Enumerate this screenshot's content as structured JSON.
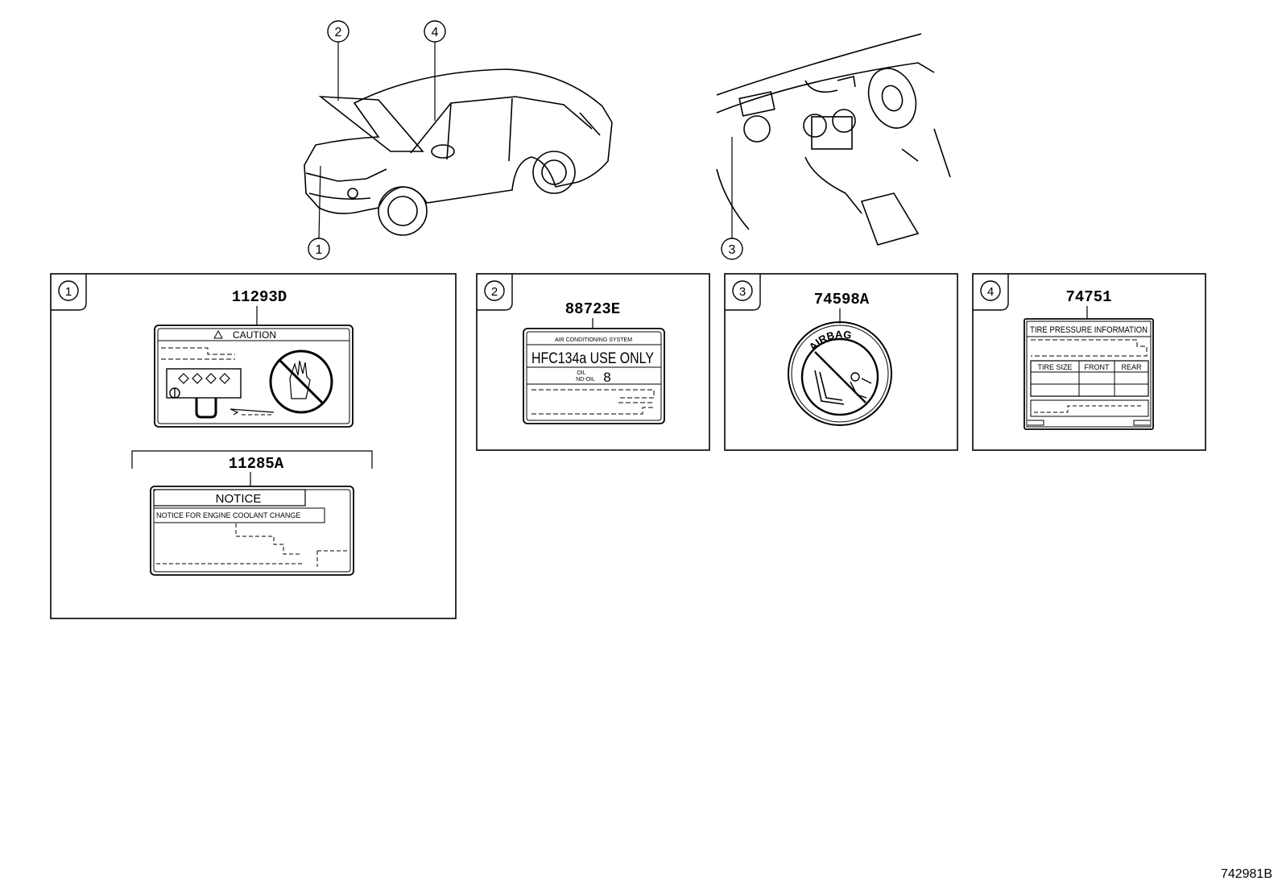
{
  "callouts": {
    "c1": "1",
    "c2": "2",
    "c3": "3",
    "c4": "4"
  },
  "panels": {
    "p1": {
      "badge": "1",
      "part_a": "11293D",
      "caution_title": "CAUTION",
      "part_b": "11285A",
      "notice_title": "NOTICE",
      "notice_sub": "NOTICE FOR ENGINE COOLANT CHANGE"
    },
    "p2": {
      "badge": "2",
      "part": "88723E",
      "header": "AIR CONDITIONING SYSTEM",
      "main": "HFC134a USE ONLY",
      "oil_label": "OIL",
      "oil_sub": "ND-OIL",
      "oil_no": "8"
    },
    "p3": {
      "badge": "3",
      "part": "74598A",
      "ring_text": "AIRBAG"
    },
    "p4": {
      "badge": "4",
      "part": "74751",
      "title": "TIRE PRESSURE INFORMATION",
      "col1": "TIRE SIZE",
      "col2": "FRONT",
      "col3": "REAR"
    }
  },
  "illustration_ref": "742981B"
}
